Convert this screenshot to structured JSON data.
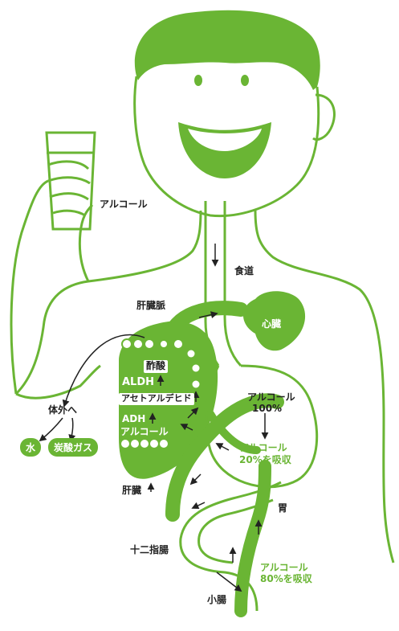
{
  "colors": {
    "accent": "#6ab534",
    "ink": "#222222",
    "paper": "#ffffff"
  },
  "labels": {
    "alcohol_glass": "アルコール",
    "esophagus": "食道",
    "portal_vein": "肝臓脈",
    "heart": "心臓",
    "acetic_acid": "酢酸",
    "aldh": "ALDH",
    "acetaldehyde": "アセトアルデヒド",
    "adh": "ADH",
    "alcohol_liver": "アルコール",
    "out_of_body": "体外へ",
    "water": "水",
    "co2": "炭酸ガス",
    "alcohol_100_a": "アルコール",
    "alcohol_100_b": "100%",
    "absorb20_a": "アルコール",
    "absorb20_b": "20%を吸収",
    "liver": "肝臓",
    "stomach": "胃",
    "duodenum": "十二指腸",
    "absorb80_a": "アルコール",
    "absorb80_b": "80%を吸収",
    "small_intestine": "小腸"
  }
}
